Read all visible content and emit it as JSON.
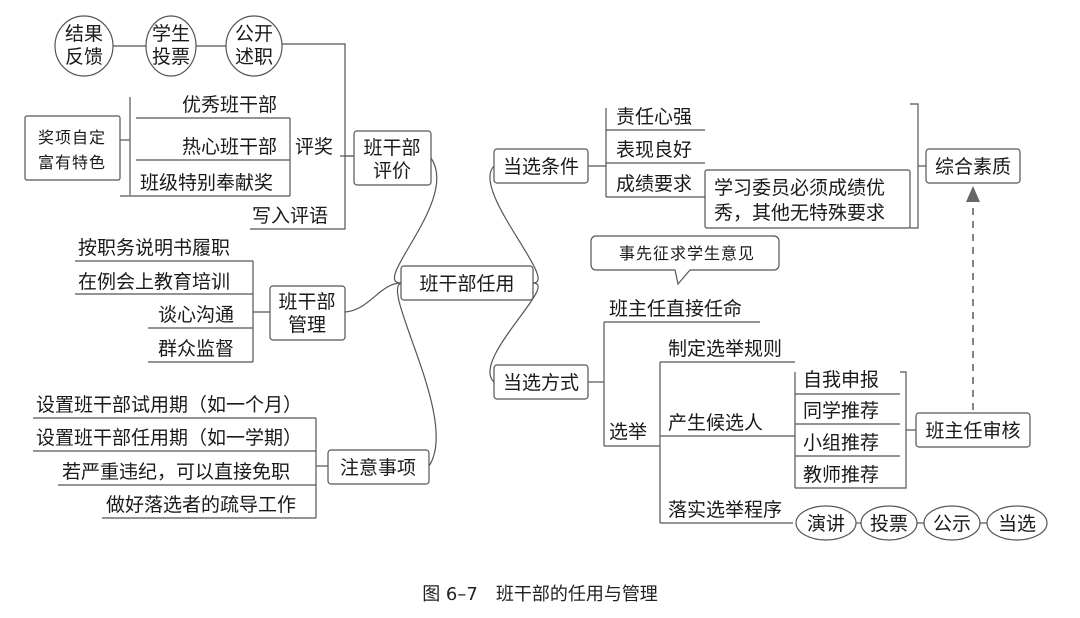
{
  "caption": "图 6–7　班干部的任用与管理",
  "center": "班干部任用",
  "evaluation": {
    "hub": [
      "班干部",
      "评价"
    ],
    "circles": [
      [
        "结果",
        "反馈"
      ],
      [
        "学生",
        "投票"
      ],
      [
        "公开",
        "述职"
      ]
    ],
    "award_label": "评奖",
    "award_items": [
      "优秀班干部",
      "热心班干部",
      "班级特别奉献奖"
    ],
    "award_note": [
      "奖项自定",
      "富有特色"
    ],
    "write_comment": "写入评语"
  },
  "management": {
    "hub": [
      "班干部",
      "管理"
    ],
    "items": [
      "按职务说明书履职",
      "在例会上教育培训",
      "谈心沟通",
      "群众监督"
    ]
  },
  "notes": {
    "hub": "注意事项",
    "items": [
      "设置班干部试用期（如一个月）",
      "设置班干部任用期（如一学期）",
      "若严重违纪，可以直接免职",
      "做好落选者的疏导工作"
    ]
  },
  "conditions": {
    "hub": "当选条件",
    "items": [
      "责任心强",
      "表现良好",
      "成绩要求"
    ],
    "grade_detail": [
      "学习委员必须成绩优",
      "秀，其他无特殊要求"
    ],
    "summary": "综合素质"
  },
  "methods": {
    "hub": "当选方式",
    "direct": "班主任直接任命",
    "direct_callout": "事先征求学生意见",
    "election": "选举",
    "election_items": [
      "制定选举规则",
      "产生候选人",
      "落实选举程序"
    ],
    "candidate_sources": [
      "自我申报",
      "同学推荐",
      "小组推荐",
      "教师推荐"
    ],
    "review": "班主任审核",
    "procedure_steps": [
      "演讲",
      "投票",
      "公示",
      "当选"
    ]
  }
}
